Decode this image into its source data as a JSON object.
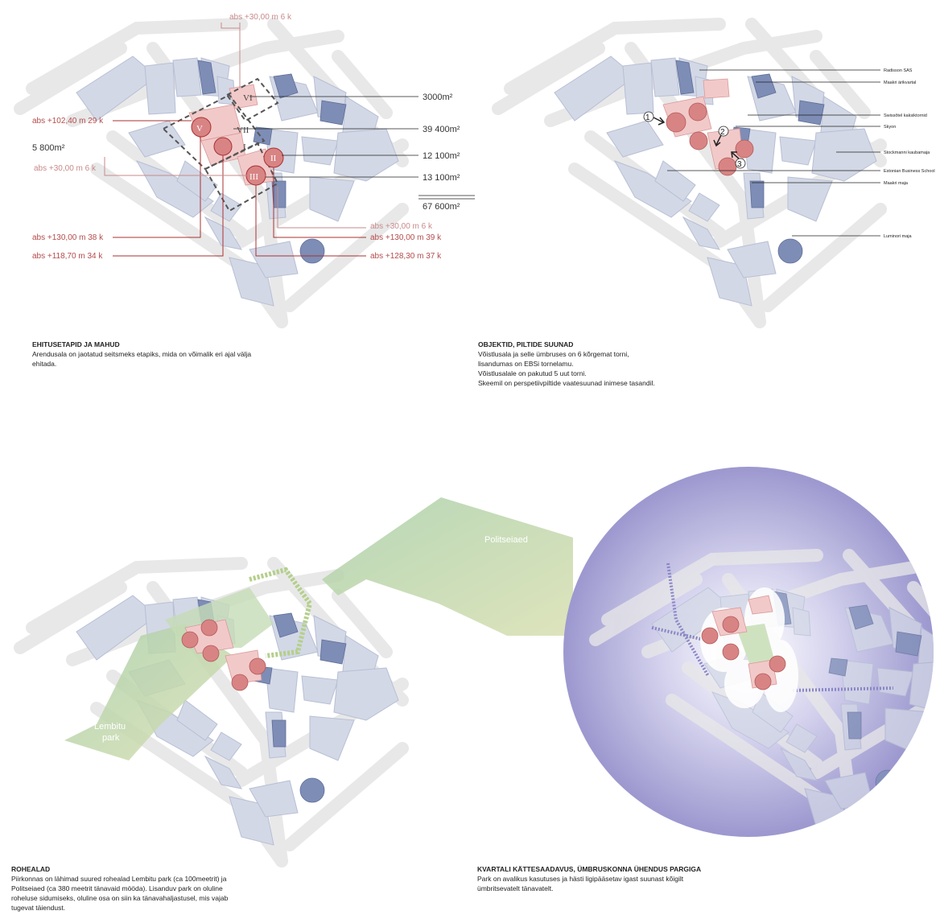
{
  "colors": {
    "road": "#e6e6e6",
    "block": "#d3d8e6",
    "block_stroke": "#b9c0d6",
    "tall": "#7d8db6",
    "tower": "#d98484",
    "new_base": "#f2c9c9",
    "red_line": "#a83232",
    "green": "#b9d4a8",
    "haze": "#a9a6d6"
  },
  "panel1": {
    "labels": {
      "top_pink": "abs +30,00 m 6 k",
      "area_vi": "3000m²",
      "area_vii": "39 400m²",
      "area_ii": "12 100m²",
      "area_iii": "13 100m²",
      "area_total": "67 600m²",
      "left_v": "abs +102,40 m 29 k",
      "left_i": "5 800m²",
      "left_pink": "abs +30,00 m 6 k",
      "bottom_left_1": "abs +130,00 m 38 k",
      "bottom_left_2": "abs +118,70 m 34 k",
      "bottom_right_pink": "abs +30,00 m 6 k",
      "bottom_right_1": "abs +130,00 m 39 k",
      "bottom_right_2": "abs +128,30 m 37 k"
    },
    "roman": [
      "VI",
      "V",
      "VII",
      "I",
      "II",
      "III"
    ],
    "caption_title": "EHITUSETAPID JA MAHUD",
    "caption_text": "Arendusala on jaotatud seitsmeks etapiks, mida on võimalik eri ajal välja\nehitada."
  },
  "panel2": {
    "legend": [
      "Radisson SAS",
      "Maakri ärikvartal",
      "Swissôtel kaksiktornid",
      "Skyon",
      "Stockmanni kaubamaja",
      "Estonian Business School",
      "Maakri maja",
      "Luminori maja"
    ],
    "view_markers": [
      "1",
      "2",
      "3"
    ],
    "caption_title": "OBJEKTID, PILTIDE SUUNAD",
    "caption_text": "Võistlusala ja selle ümbruses on 6 kõrgemat torni,\nlisandumas on EBSi tornelamu.\nVõistlusalale on pakutud 5 uut torni.\nSkeemil on perspetiivpiltide vaatesuunad inimese tasandil."
  },
  "panel3": {
    "park_a": "Politseiaed",
    "park_b_line1": "Lembitu",
    "park_b_line2": "park",
    "caption_title": "ROHEALAD",
    "caption_text": "Piirkonnas on lähimad suured rohealad Lembitu park (ca 100meetrit) ja\nPolitseiaed (ca 380 meetrit tänavaid mööda). Lisanduv park on oluline\nroheluse sidumiseks, oluline osa on siin ka tänavahaljastusel, mis vajab\ntugevat täiendust."
  },
  "panel4": {
    "caption_title": "KVARTALI KÄTTESAADAVUS, ÜMBRUSKONNA ÜHENDUS PARGIGA",
    "caption_text": "Park on avalikus kasutuses ja hästi ligipääsetav igast suunast kõigilt\nümbritsevatelt tänavatelt."
  }
}
